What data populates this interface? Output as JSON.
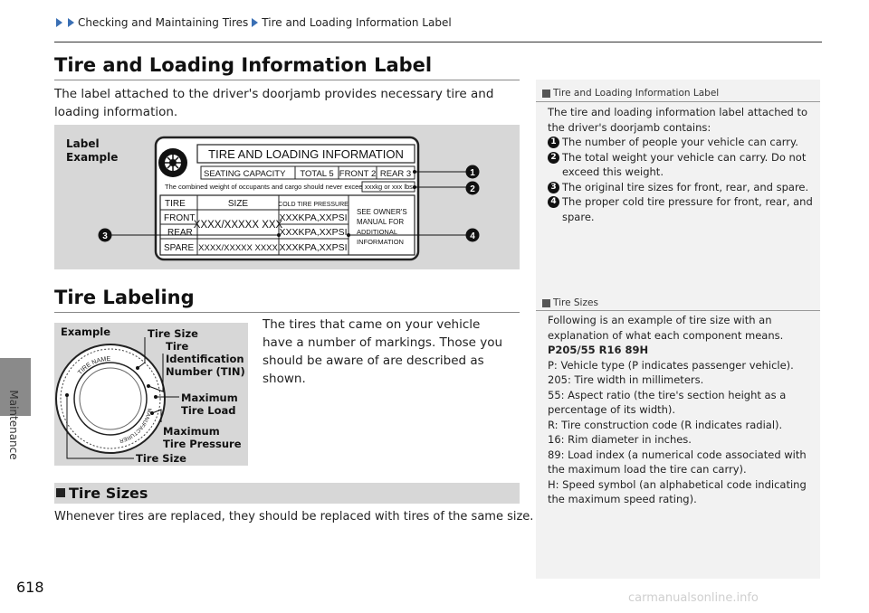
{
  "breadcrumb": [
    "Checking and Maintaining Tires",
    "Tire and Loading Information Label"
  ],
  "side_tab_label": "Maintenance",
  "section1": {
    "title": "Tire and Loading Information Label",
    "intro": "The label attached to the driver's doorjamb provides necessary tire and loading information."
  },
  "label_example": {
    "title_line1": "Label",
    "title_line2": "Example",
    "header": "TIRE AND LOADING INFORMATION",
    "seating_capacity": "SEATING CAPACITY",
    "total": "TOTAL 5",
    "front_count": "FRONT 2",
    "rear_count": "REAR 3",
    "combined_weight": "The combined weight of occupants and cargo should never exceed",
    "weight_value": "xxxkg or xxx lbs.",
    "col_tire": "TIRE",
    "col_size": "SIZE",
    "col_pressure": "COLD TIRE PRESSURE",
    "row_front": "FRONT",
    "row_rear": "REAR",
    "row_spare": "SPARE",
    "size_main": "XXXX/XXXXX XXX",
    "size_spare": "XXXX/XXXXX XXXX",
    "pressure_front": "XXXKPA,XXPSI",
    "pressure_rear": "XXXKPA,XXPSI",
    "pressure_spare": "XXXKPA,XXPSI",
    "owner_line1": "SEE OWNER'S",
    "owner_line2": "MANUAL FOR",
    "owner_line3": "ADDITIONAL",
    "owner_line4": "INFORMATION",
    "callout_1": "1",
    "callout_2": "2",
    "callout_3": "3",
    "callout_4": "4"
  },
  "section2": {
    "title": "Tire Labeling",
    "text": "The tires that came on your vehicle have a number of markings. Those you should be aware of are described as shown."
  },
  "tire_example": {
    "example": "Example",
    "tire_size_top": "Tire Size",
    "tin_line1": "Tire",
    "tin_line2": "Identification",
    "tin_line3": "Number (TIN)",
    "max_load_line1": "Maximum",
    "max_load_line2": "Tire Load",
    "max_pressure_line1": "Maximum",
    "max_pressure_line2": "Tire Pressure",
    "tire_size_bottom": "Tire Size",
    "sidewall_name": "TIRE NAME",
    "sidewall_mfr": "MANUFACTURER"
  },
  "tire_sizes": {
    "heading": "Tire Sizes",
    "text": "Whenever tires are replaced, they should be replaced with tires of the same size."
  },
  "note1": {
    "header": "Tire and Loading Information Label",
    "intro": "The tire and loading information label attached to the driver's doorjamb contains:",
    "items": [
      {
        "num": "1",
        "text": "The number of people your vehicle can carry."
      },
      {
        "num": "2",
        "text": "The total weight your vehicle can carry. Do not exceed this weight."
      },
      {
        "num": "3",
        "text": "The original tire sizes for front, rear, and spare."
      },
      {
        "num": "4",
        "text": "The proper cold tire pressure for front, rear, and spare."
      }
    ]
  },
  "note2": {
    "header": "Tire Sizes",
    "intro": "Following is an example of tire size with an explanation of what each component means.",
    "example_code": "P205/55 R16 89H",
    "lines": [
      "P: Vehicle type (P indicates passenger vehicle).",
      "205: Tire width in millimeters.",
      "55: Aspect ratio (the tire's section height as a percentage of its width).",
      "R: Tire construction code (R indicates radial).",
      "16: Rim diameter in inches.",
      "89: Load index (a numerical code associated with the maximum load the tire can carry).",
      "H: Speed symbol (an alphabetical code indicating the maximum speed rating)."
    ]
  },
  "page_number": "618",
  "watermark": "carmanualsonline.info"
}
